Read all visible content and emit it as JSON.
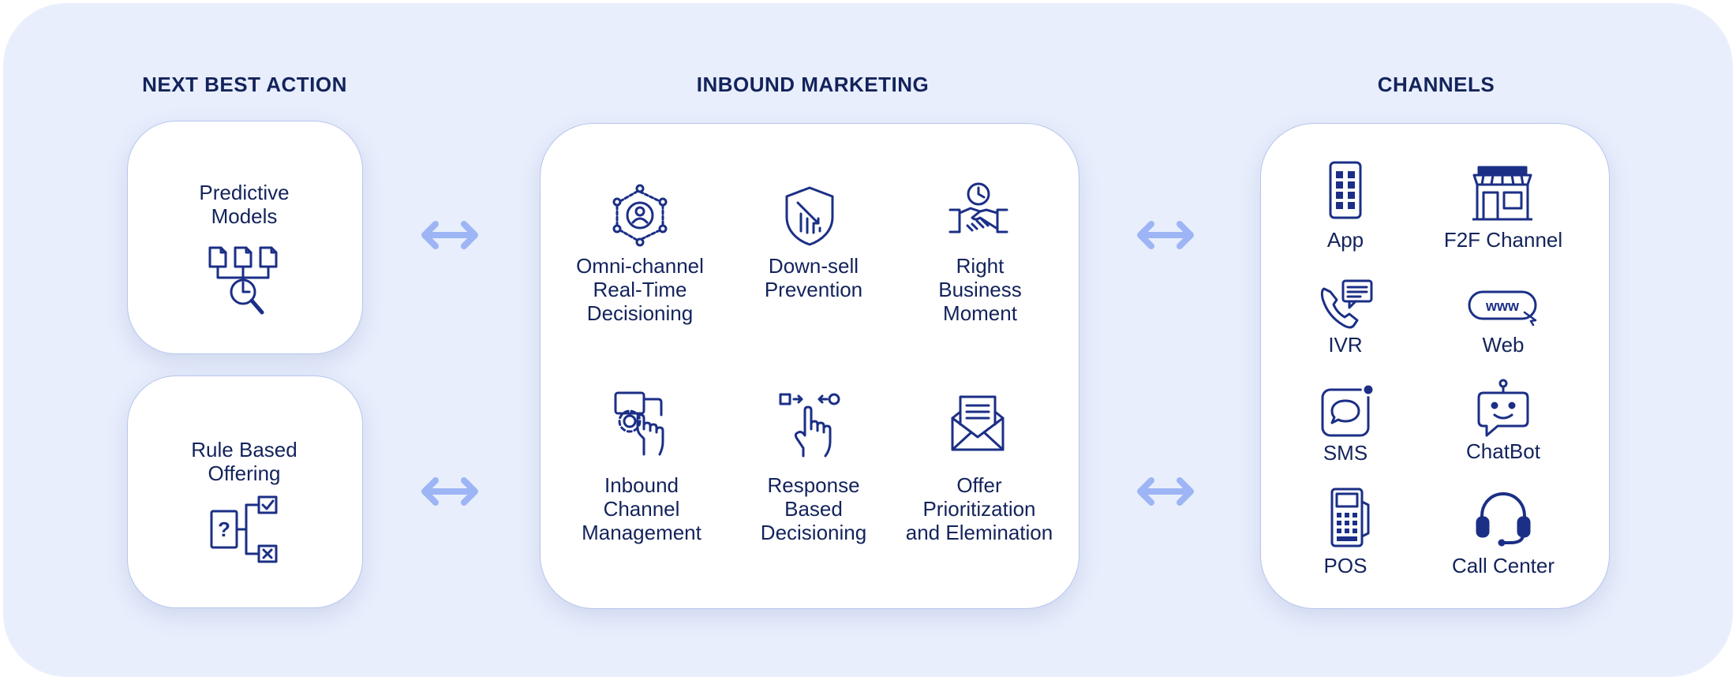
{
  "sections": {
    "next_best_action": {
      "title": "NEXT BEST ACTION",
      "items": [
        {
          "label": "Predictive\nModels",
          "icon": "predictive-models-icon"
        },
        {
          "label": "Rule Based\nOffering",
          "icon": "rule-based-offering-icon"
        }
      ]
    },
    "inbound_marketing": {
      "title": "INBOUND MARKETING",
      "items": [
        {
          "label": "Omni-channel\nReal-Time\nDecisioning",
          "icon": "network-person-icon"
        },
        {
          "label": "Down-sell\nPrevention",
          "icon": "shield-chart-icon"
        },
        {
          "label": "Right\nBusiness\nMoment",
          "icon": "handshake-clock-icon"
        },
        {
          "label": "Inbound\nChannel\nManagement",
          "icon": "gear-hand-icon"
        },
        {
          "label": "Response\nBased\nDecisioning",
          "icon": "hand-tap-flow-icon"
        },
        {
          "label": "Offer\nPrioritization\nand Elemination",
          "icon": "envelope-icon"
        }
      ]
    },
    "channels": {
      "title": "CHANNELS",
      "items": [
        {
          "label": "App",
          "icon": "mobile-app-icon"
        },
        {
          "label": "F2F Channel",
          "icon": "storefront-icon"
        },
        {
          "label": "IVR",
          "icon": "phone-chat-icon"
        },
        {
          "label": "Web",
          "icon": "www-icon"
        },
        {
          "label": "SMS",
          "icon": "sms-bubble-icon"
        },
        {
          "label": "ChatBot",
          "icon": "robot-icon"
        },
        {
          "label": "POS",
          "icon": "pos-terminal-icon"
        },
        {
          "label": "Call Center",
          "icon": "headset-icon"
        }
      ]
    }
  },
  "colors": {
    "panel_background": "#e8eefc",
    "card_background": "#ffffff",
    "card_border": "#b9c6ee",
    "text": "#13235b",
    "icon_stroke": "#1b2f86",
    "arrow": "#9db5f5"
  },
  "connectors": [
    "double-arrow-icon",
    "double-arrow-icon",
    "double-arrow-icon",
    "double-arrow-icon"
  ]
}
